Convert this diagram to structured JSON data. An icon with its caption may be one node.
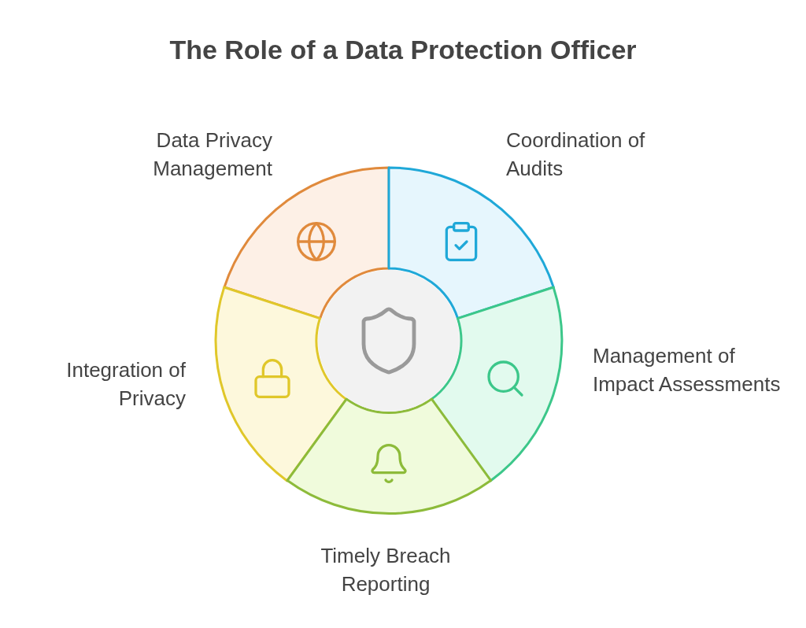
{
  "diagram": {
    "title": "The Role of a Data Protection Officer",
    "nodes": [
      {
        "text": [
          "Data Privacy Management"
        ]
      },
      {
        "text": [
          "Coordination of Audits"
        ]
      },
      {
        "text": [
          "Integration of Privacy"
        ]
      },
      {
        "text": [
          "Management of Impact Assessments"
        ]
      },
      {
        "text": [
          "Timely Breach Reporting"
        ]
      },
      {
        "text": [],
        "shape": "circle"
      }
    ]
  }
}
